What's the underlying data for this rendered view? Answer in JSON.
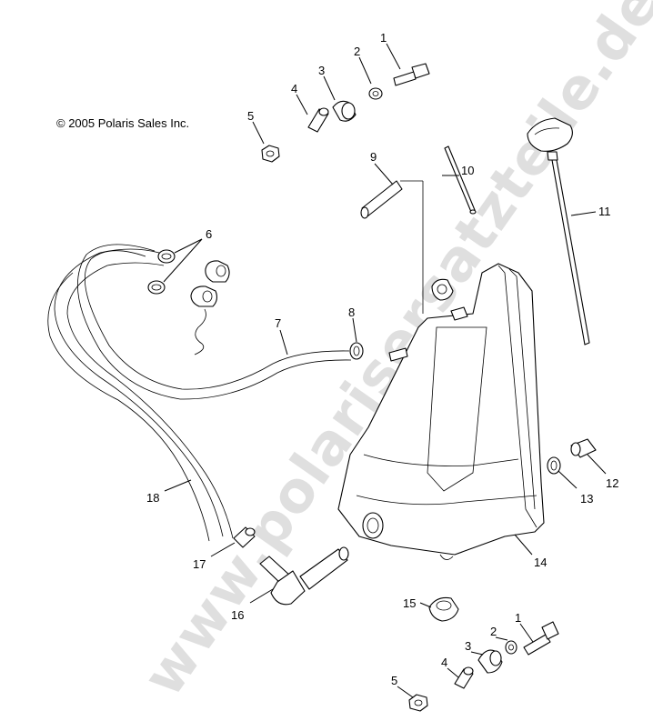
{
  "copyright": "© 2005 Polaris Sales Inc.",
  "watermark": "www.polarisersatzteile.de",
  "callouts": [
    "1",
    "2",
    "3",
    "4",
    "5",
    "6",
    "7",
    "8",
    "9",
    "10",
    "11",
    "12",
    "13",
    "14",
    "15",
    "16",
    "17",
    "18"
  ]
}
